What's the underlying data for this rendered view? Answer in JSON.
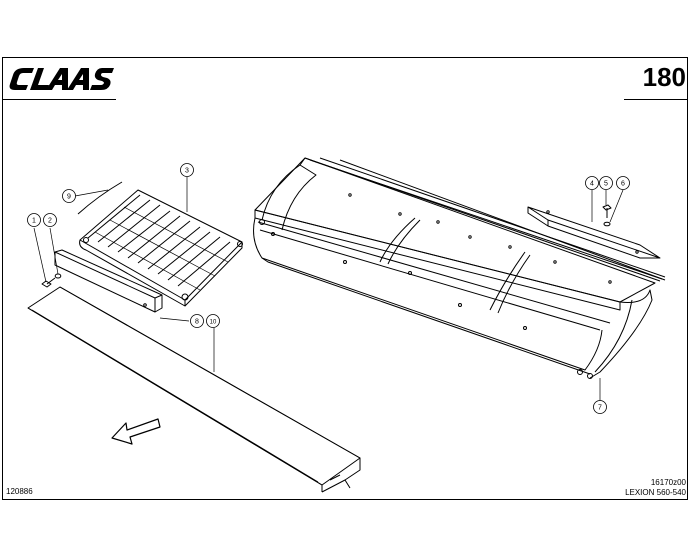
{
  "header": {
    "brand": "CLAAS",
    "page_number": "180"
  },
  "footer": {
    "left_code": "120886",
    "right_code": "16170z00",
    "model": "LEXION 560-540"
  },
  "callouts": [
    "1",
    "2",
    "3",
    "4",
    "5",
    "6",
    "7",
    "8",
    "9",
    "10"
  ],
  "callout_8_10": "8",
  "callout_10": "10"
}
